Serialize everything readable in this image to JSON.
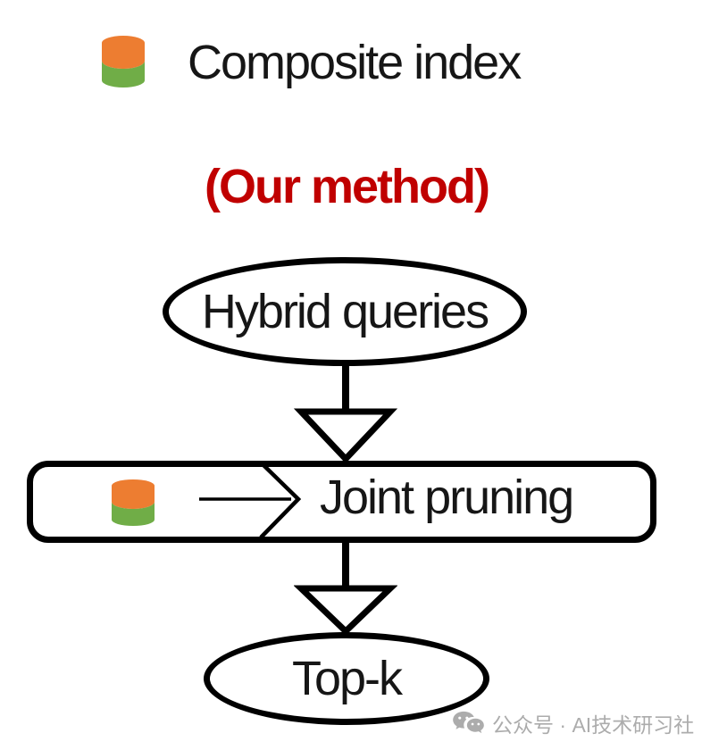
{
  "page": {
    "background": "#ffffff"
  },
  "colors": {
    "cylinder_orange": "#ED7D31",
    "cylinder_green": "#70AD47",
    "method_red": "#C00000",
    "line_black": "#000000",
    "watermark_gray": "#ACACAC"
  },
  "legend": {
    "icon": "composite-index-cylinder-icon",
    "label": "Composite index"
  },
  "method_label": "(Our method)",
  "flow": {
    "input_node": {
      "shape": "ellipse",
      "label": "Hybrid queries"
    },
    "process_node": {
      "shape": "rounded-rectangle",
      "icon": "composite-index-cylinder-icon",
      "inner_arrow": "right-arrow",
      "label": "Joint pruning"
    },
    "output_node": {
      "shape": "ellipse",
      "label": "Top-k"
    },
    "connectors": [
      "down-open-triangle-arrow",
      "down-open-triangle-arrow"
    ]
  },
  "watermark": {
    "icon": "wechat-icon",
    "text": "公众号 · AI技术研习社"
  }
}
